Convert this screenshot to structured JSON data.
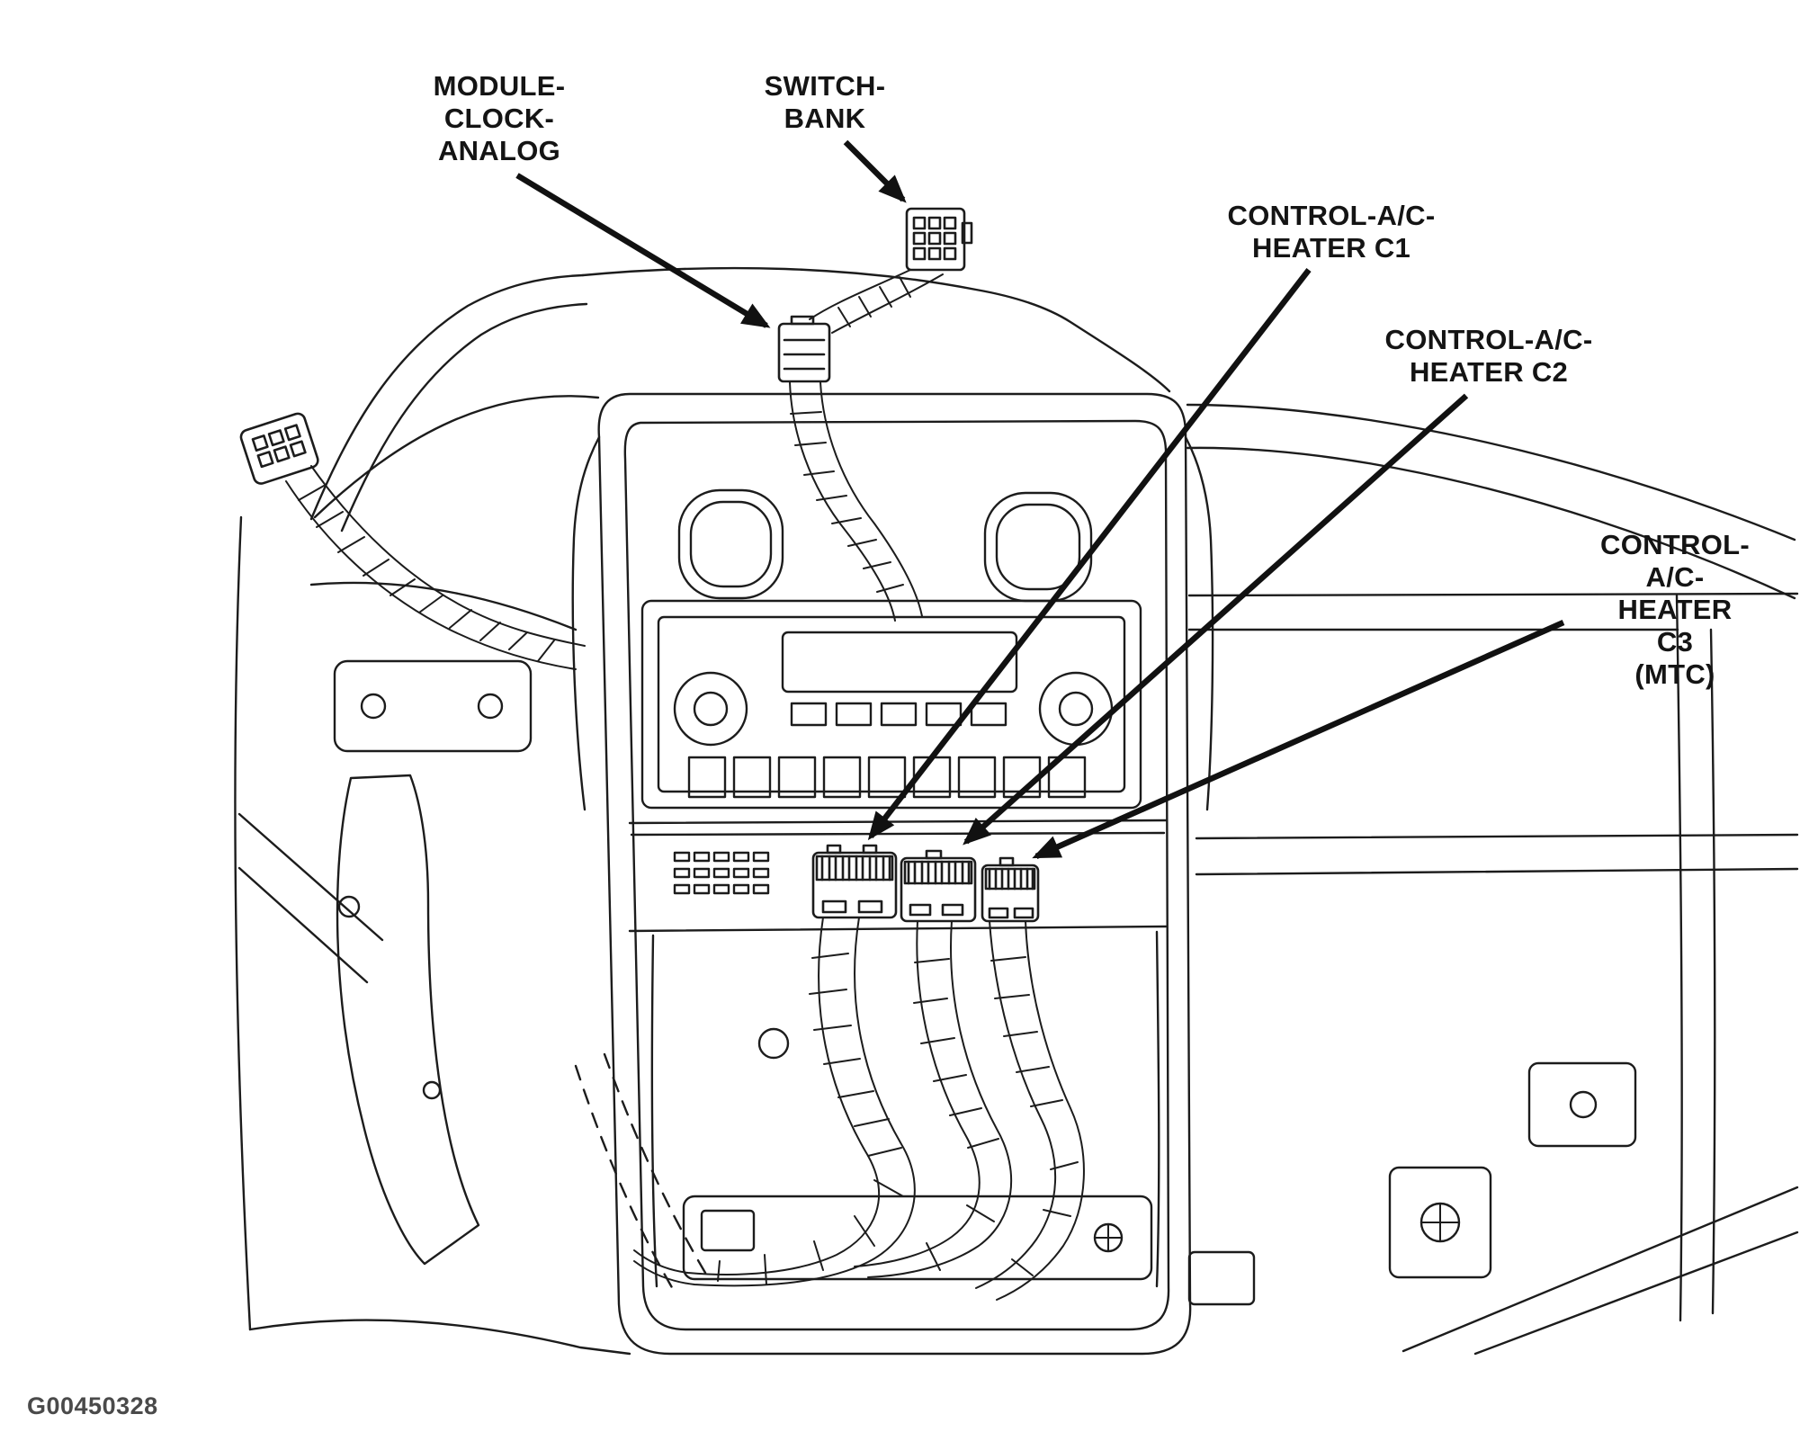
{
  "figure": {
    "code": "G00450328"
  },
  "callouts": {
    "module_clock_analog": {
      "label": "MODULE-\nCLOCK-\nANALOG"
    },
    "switch_bank": {
      "label": "SWITCH-\nBANK"
    },
    "control_ac_heater_c1": {
      "label": "CONTROL-A/C-\nHEATER C1"
    },
    "control_ac_heater_c2": {
      "label": "CONTROL-A/C-\nHEATER C2"
    },
    "control_ac_heater_c3": {
      "label": "CONTROL-A/C-\nHEATER C3\n(MTC)"
    }
  },
  "colors": {
    "background": "#ffffff",
    "line": "#1c1c1c",
    "arrow": "#111111",
    "label_text": "#141414"
  }
}
